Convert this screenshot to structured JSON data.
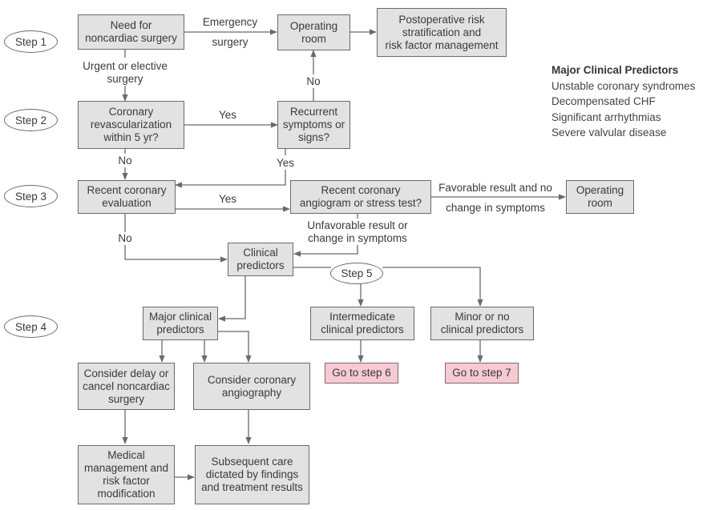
{
  "steps": {
    "step1": "Step 1",
    "step2": "Step 2",
    "step3": "Step 3",
    "step4": "Step 4",
    "step5": "Step 5"
  },
  "nodes": {
    "need_surgery": "Need for\nnoncardiac surgery",
    "operating_room_1": "Operating\nroom",
    "postoperative": "Postoperative risk\nstratification and\nrisk factor management",
    "revascularization": "Coronary\nrevascularization\nwithin 5 yr?",
    "recurrent_symptoms": "Recurrent\nsymptoms or\nsigns?",
    "recent_evaluation": "Recent coronary\nevaluation",
    "recent_angiogram": "Recent coronary\nangiogram or stress test?",
    "operating_room_2": "Operating\nroom",
    "clinical_predictors": "Clinical\npredictors",
    "major_predictors": "Major clinical\npredictors",
    "intermediate_predictors": "Intermedicate\nclinical predictors",
    "minor_predictors": "Minor or no\nclinical predictors",
    "go_step6": "Go to step 6",
    "go_step7": "Go to step 7",
    "consider_delay": "Consider delay or\ncancel noncardiac\nsurgery",
    "consider_angiography": "Consider coronary\nangiography",
    "medical_management": "Medical\nmanagement and\nrisk factor\nmodification",
    "subsequent_care": "Subsequent care\ndictated by findings\nand treatment results"
  },
  "edge_labels": {
    "emergency_top": "Emergency",
    "emergency_bottom": "surgery",
    "urgent_elective": "Urgent or elective\nsurgery",
    "no_recurrent": "No",
    "yes_revasc": "Yes",
    "no_revasc": "No",
    "yes_recurrent": "Yes",
    "yes_evaluation": "Yes",
    "no_evaluation": "No",
    "favorable_top": "Favorable result and no",
    "favorable_bottom": "change in symptoms",
    "unfavorable": "Unfavorable result or\nchange in symptoms"
  },
  "legend": {
    "title": "Major Clinical Predictors",
    "items": [
      "Unstable coronary syndromes",
      "Decompensated CHF",
      "Significant arrhythmias",
      "Severe valvular disease"
    ]
  },
  "colors": {
    "box_fill": "#e2e2e2",
    "highlight_fill": "#f7cad3",
    "line": "#6a6a6a"
  }
}
